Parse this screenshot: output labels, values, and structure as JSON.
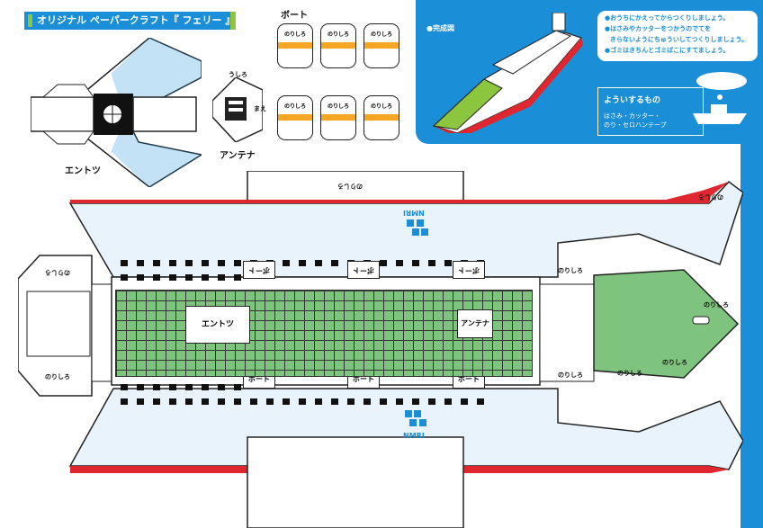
{
  "header": {
    "title": "オリジナル ペーパークラフト『 フェリー 』"
  },
  "labels": {
    "funnel": "エントツ",
    "antenna": "アンテナ",
    "boat": "ボート",
    "glue": "のりしろ",
    "back": "うしろ",
    "front": "まえ",
    "completed": "●完成図",
    "nmri": "NMRI"
  },
  "instructions": [
    "●おうちにかえってからつくりしましょう。",
    "●はさみやカッターをつかうのでてを",
    "きらないようにちゅういしてつくりしましょう。",
    "●ゴミはきちんとゴミばこにすてましょう。"
  ],
  "materials": {
    "title": "よういするもの",
    "items": [
      "はさみ・カッター・",
      "のり・セロハンテープ"
    ]
  },
  "colors": {
    "accent": "#1a8fd8",
    "green": "#7ec37e",
    "red": "#e0262f",
    "orange": "#f5a623",
    "light_blue": "#e8f3fb"
  }
}
